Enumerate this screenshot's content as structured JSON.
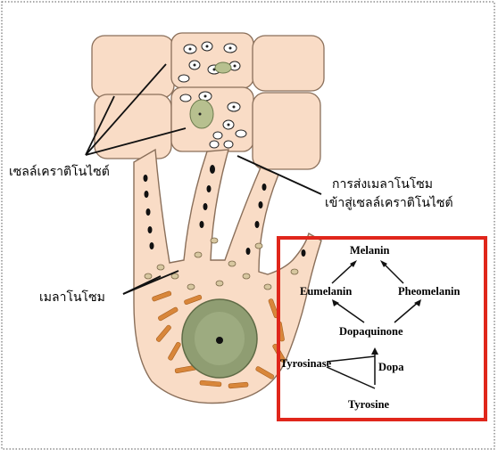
{
  "labels": {
    "keratinocyte": "เซลล์เคราติโนไซต์",
    "transfer_line1": "การส่งเมลาโนโซม",
    "transfer_line2": "เข้าสู่เซลล์เคราติโนไซต์",
    "melanosome": "เมลาโนโซม"
  },
  "pathway": {
    "melanin": "Melanin",
    "eumelanin": "Eumelanin",
    "pheomelanin": "Pheomelanin",
    "dopaquinone": "Dopaquinone",
    "tyrosinase": "Tyrosinase",
    "dopa": "Dopa",
    "tyrosine": "Tyrosine"
  },
  "colors": {
    "highlight_box": "#e0261b",
    "cell_fill": "#f9dcc6",
    "cell_stroke": "#8a6f5a",
    "nucleus_fill": "#8f9d72",
    "melanosome_orange": "#d8863a"
  }
}
